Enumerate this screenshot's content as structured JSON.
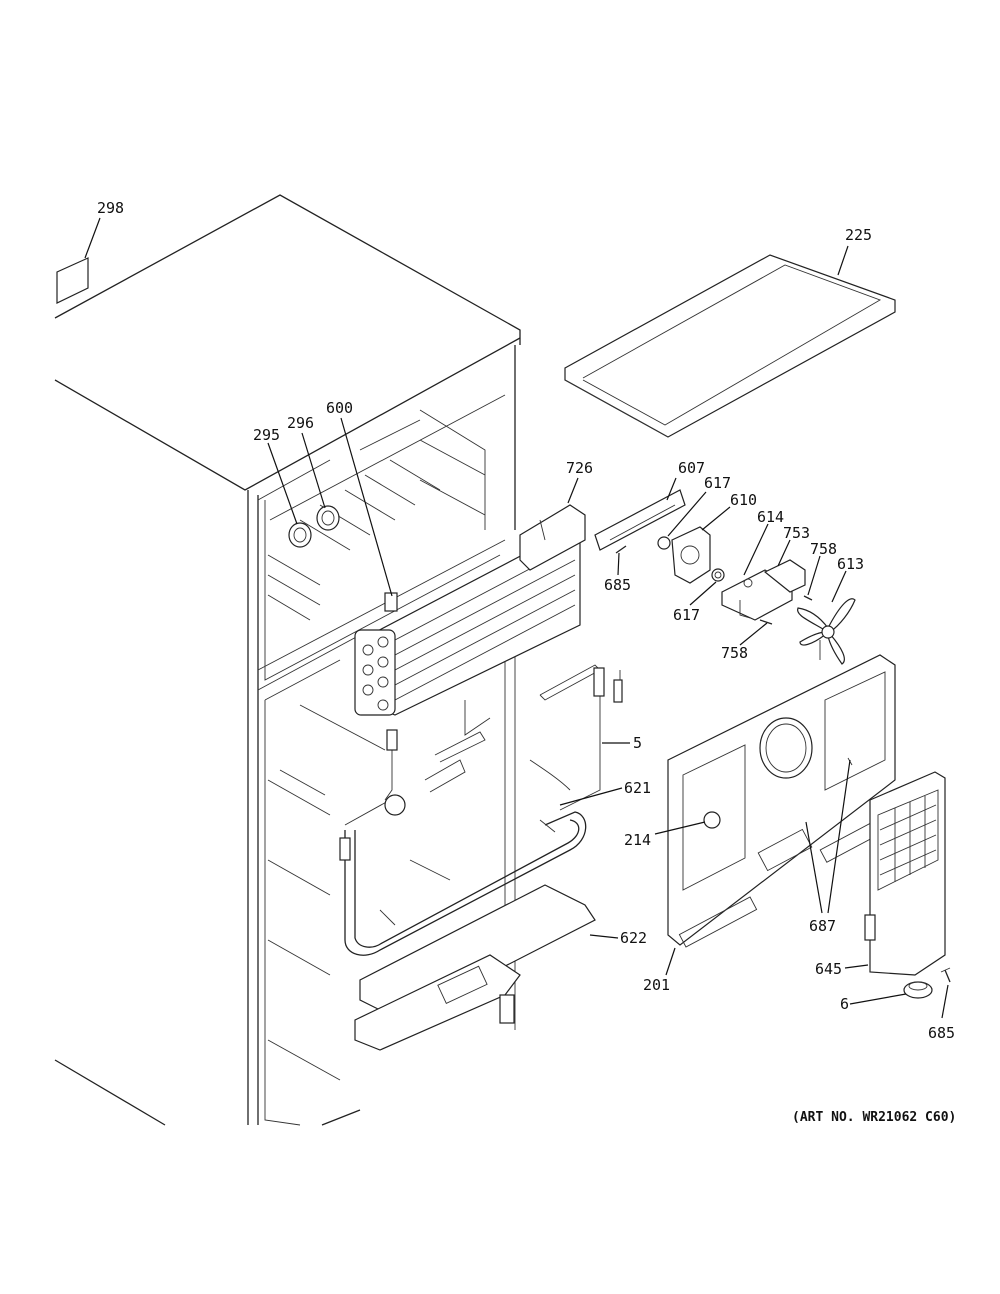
{
  "parts": [
    {
      "id": "p298",
      "label": "298"
    },
    {
      "id": "p225",
      "label": "225"
    },
    {
      "id": "p295",
      "label": "295"
    },
    {
      "id": "p296",
      "label": "296"
    },
    {
      "id": "p600",
      "label": "600"
    },
    {
      "id": "p726",
      "label": "726"
    },
    {
      "id": "p607",
      "label": "607"
    },
    {
      "id": "p617a",
      "label": "617"
    },
    {
      "id": "p610",
      "label": "610"
    },
    {
      "id": "p614",
      "label": "614"
    },
    {
      "id": "p753",
      "label": "753"
    },
    {
      "id": "p758a",
      "label": "758"
    },
    {
      "id": "p613",
      "label": "613"
    },
    {
      "id": "p685a",
      "label": "685"
    },
    {
      "id": "p617b",
      "label": "617"
    },
    {
      "id": "p758b",
      "label": "758"
    },
    {
      "id": "p5",
      "label": "5"
    },
    {
      "id": "p621",
      "label": "621"
    },
    {
      "id": "p214",
      "label": "214"
    },
    {
      "id": "p687",
      "label": "687"
    },
    {
      "id": "p622",
      "label": "622"
    },
    {
      "id": "p645",
      "label": "645"
    },
    {
      "id": "p201",
      "label": "201"
    },
    {
      "id": "p6",
      "label": "6"
    },
    {
      "id": "p685b",
      "label": "685"
    }
  ],
  "art_number": "(ART NO. WR21062 C60)"
}
